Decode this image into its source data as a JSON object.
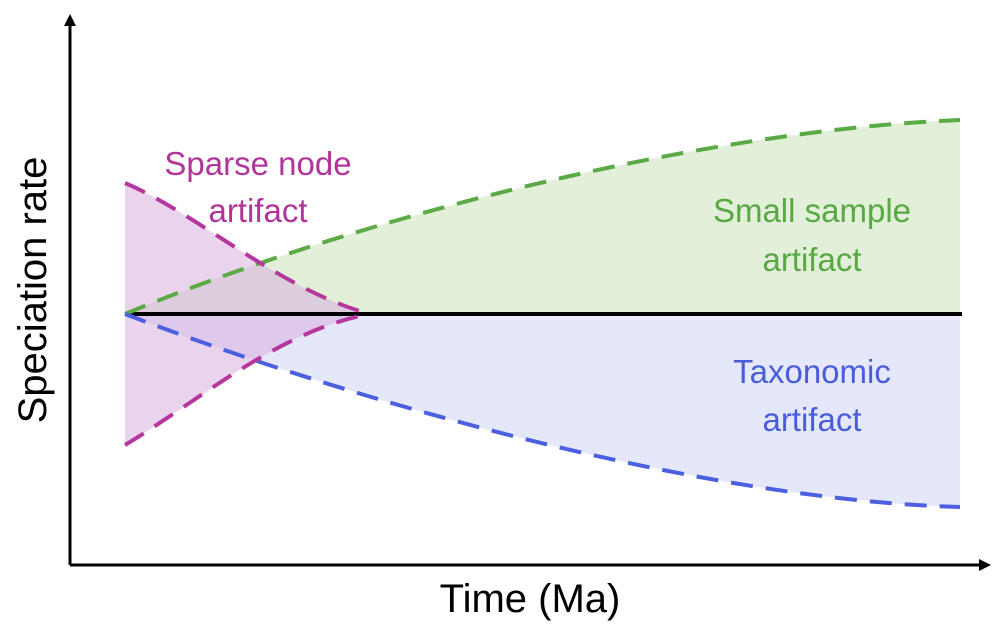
{
  "axes": {
    "x_label": "Time (Ma)",
    "y_label": "Speciation rate"
  },
  "annotations": {
    "sparse_node": {
      "line1": "Sparse node",
      "line2": "artifact"
    },
    "small_sample": {
      "line1": "Small sample",
      "line2": "artifact"
    },
    "taxonomic": {
      "line1": "Taxonomic",
      "line2": "artifact"
    }
  },
  "colors": {
    "sparse_node_stroke": "#B5379E",
    "sparse_node_fill": "#EAD3EA",
    "sparse_node_text": "#B0349A",
    "small_sample_stroke": "#5BAA45",
    "small_sample_fill": "#E2EFD9",
    "small_sample_text": "#58A843",
    "taxonomic_stroke": "#4B5FE0",
    "taxonomic_fill": "#E4E8FA",
    "taxonomic_text": "#4A5DD9",
    "baseline": "#000000",
    "axis": "#000000"
  }
}
